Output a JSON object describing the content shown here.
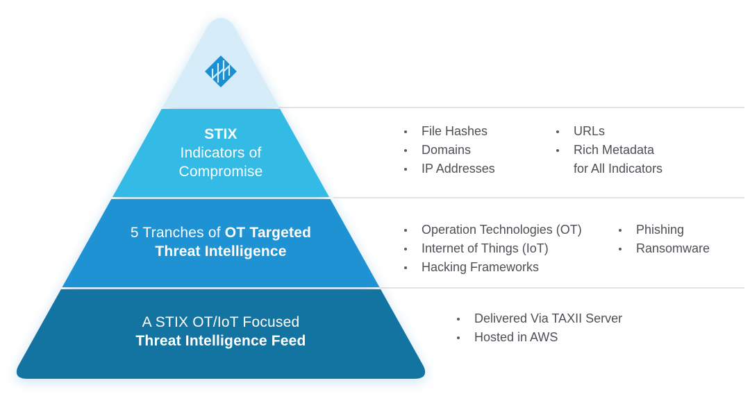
{
  "colors": {
    "tier1": "#d6ecf9",
    "tier2": "#33bae5",
    "tier3": "#1e92d2",
    "tier4": "#1474a1",
    "logo": "#1b8fd2",
    "bullet_text": "#4e4e55",
    "divider": "#e4e4e4"
  },
  "pyramid": {
    "logo_icon": "diamond-logo",
    "tiers": [
      {
        "line1_bold": "STIX",
        "line2": "Indicators of",
        "line3": "Compromise"
      },
      {
        "line1_regular": "5 Tranches of ",
        "line1_bold": "OT Targeted",
        "line2_bold": "Threat Intelligence"
      },
      {
        "line1": "A STIX OT/IoT Focused",
        "line2_bold": "Threat Intelligence Feed"
      }
    ]
  },
  "details": {
    "tier_stix": {
      "col1": [
        "File Hashes",
        "Domains",
        "IP Addresses"
      ],
      "col2": [
        "URLs",
        "Rich Metadata",
        "for All Indicators"
      ]
    },
    "tier_tranches": {
      "col1": [
        "Operation Technologies (OT)",
        "Internet of Things (IoT)",
        "Hacking Frameworks"
      ],
      "col2": [
        "Phishing",
        "Ransomware"
      ]
    },
    "tier_feed": {
      "col1": [
        "Delivered Via TAXII Server",
        "Hosted in AWS"
      ]
    }
  }
}
